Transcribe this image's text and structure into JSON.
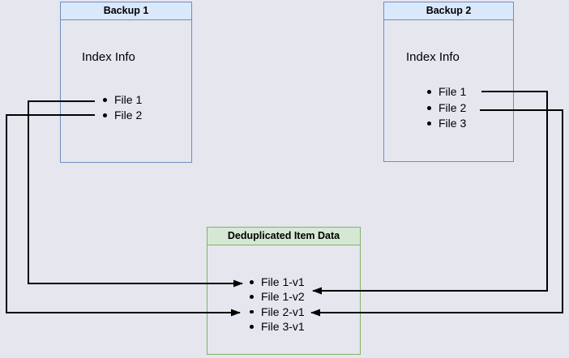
{
  "diagram": {
    "backup1": {
      "title": "Backup 1",
      "subtitle": "Index Info",
      "files": [
        "File 1",
        "File 2"
      ]
    },
    "backup2": {
      "title": "Backup 2",
      "subtitle": "Index Info",
      "files": [
        "File 1",
        "File 2",
        "File 3"
      ]
    },
    "dedup": {
      "title": "Deduplicated Item Data",
      "items": [
        "File 1-v1",
        "File 1-v2",
        "File 2-v1",
        "File 3-v1"
      ]
    },
    "connections": [
      {
        "from": "Backup 1 / File 1",
        "to": "File 1-v1"
      },
      {
        "from": "Backup 1 / File 2",
        "to": "File 2-v1"
      },
      {
        "from": "Backup 2 / File 1",
        "to": "File 1-v2"
      },
      {
        "from": "Backup 2 / File 2",
        "to": "File 2-v1"
      }
    ],
    "colors": {
      "background": "#e6e6ee",
      "blue_header_fill": "#dae8fc",
      "blue_border": "#6c8ebf",
      "green_header_fill": "#d5e8d4",
      "green_border": "#82b366",
      "connector": "#000000",
      "text": "#000000"
    }
  }
}
